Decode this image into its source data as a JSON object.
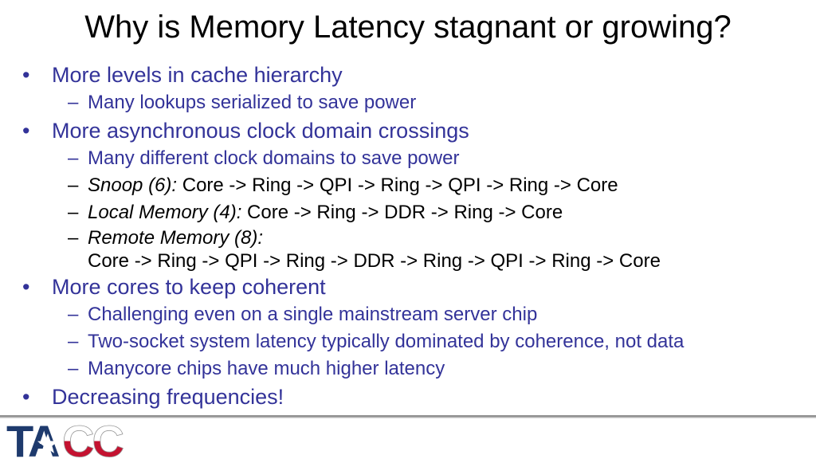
{
  "slide": {
    "title": "Why is Memory Latency stagnant or growing?",
    "items": [
      {
        "marker": "•",
        "text": "More levels in cache hierarchy"
      },
      {
        "marker": "–",
        "text": "Many lookups serialized to save power"
      },
      {
        "marker": "•",
        "text": "More asynchronous clock domain crossings"
      },
      {
        "marker": "–",
        "text": "Many different clock domains to save power"
      },
      {
        "marker": "–",
        "lead": "Snoop (6):",
        "text": " Core -> Ring -> QPI -> Ring -> QPI -> Ring -> Core"
      },
      {
        "marker": "–",
        "lead": "Local Memory (4):",
        "text": " Core -> Ring -> DDR -> Ring -> Core"
      },
      {
        "marker": "–",
        "lead": "Remote Memory (8):",
        "text": ""
      },
      {
        "text": "Core -> Ring -> QPI -> Ring -> DDR -> Ring -> QPI -> Ring -> Core"
      },
      {
        "marker": "•",
        "text": "More cores to keep coherent"
      },
      {
        "marker": "–",
        "text": "Challenging even on a single mainstream server chip"
      },
      {
        "marker": "–",
        "text": "Two-socket system latency typically dominated by coherence, not data"
      },
      {
        "marker": "–",
        "text": "Manycore chips have much higher latency"
      },
      {
        "marker": "•",
        "text": "Decreasing frequencies!"
      }
    ]
  },
  "footer": {
    "logo_ta": "TA",
    "logo_cc": "CC"
  },
  "colors": {
    "bullet_blue": "#333399",
    "body_black": "#000000",
    "logo_navy": "#1e3a6d",
    "logo_red": "#c41230",
    "rule_gray": "#8f8f8f"
  }
}
